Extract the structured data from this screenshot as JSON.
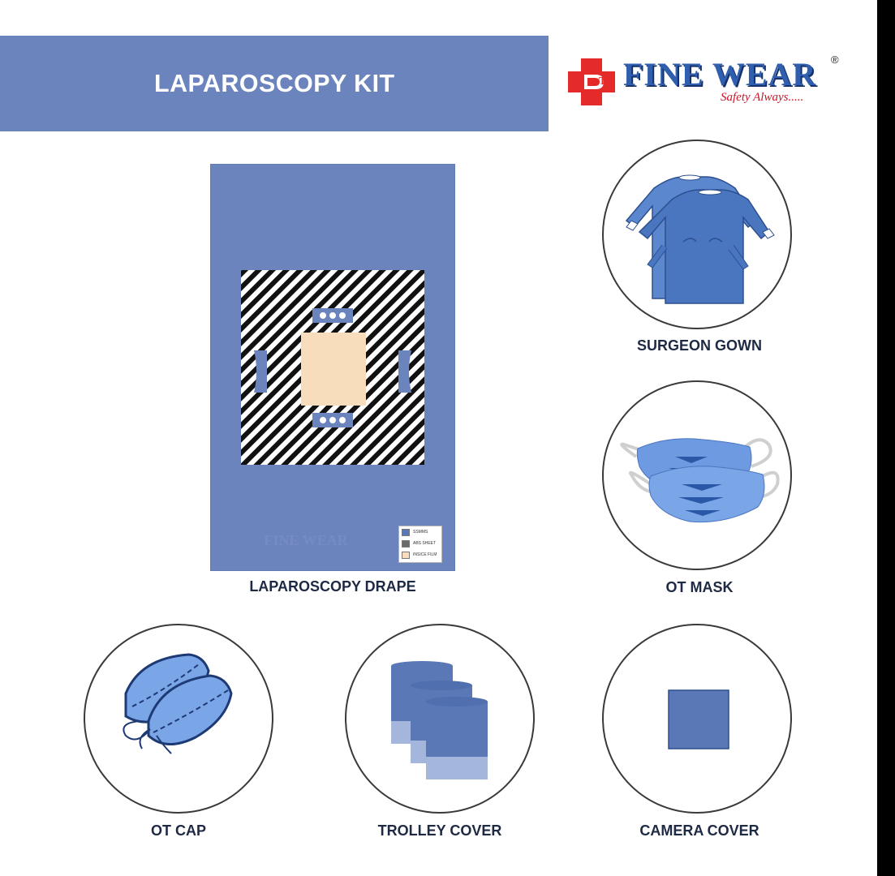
{
  "header": {
    "title": "LAPAROSCOPY KIT"
  },
  "logo": {
    "brand": "FINE WEAR",
    "registered": "®",
    "tagline": "Safety Always....."
  },
  "drape": {
    "caption": "LAPAROSCOPY DRAPE",
    "watermark": "FINE WEAR",
    "legend": [
      {
        "label": "SSMMS",
        "color": "#5a77b6"
      },
      {
        "label": "ABS SHEET",
        "color": "#6a6a6a"
      },
      {
        "label": "INSICE FILM",
        "color": "#f7ddbb"
      }
    ]
  },
  "items": {
    "surgeon_gown": {
      "caption": "SURGEON GOWN",
      "icon": "surgeon-gown-icon"
    },
    "ot_mask": {
      "caption": "OT MASK",
      "icon": "face-mask-icon"
    },
    "ot_cap": {
      "caption": "OT CAP",
      "icon": "surgical-cap-icon"
    },
    "trolley_cover": {
      "caption": "TROLLEY COVER",
      "icon": "trolley-cover-icon"
    },
    "camera_cover": {
      "caption": "CAMERA COVER",
      "icon": "camera-cover-icon"
    }
  },
  "colors": {
    "header_bg": "#6b84be",
    "drape_blue": "#6b84be",
    "dark_blue": "#4f6fae",
    "light_blue": "#7da4e0",
    "film": "#f7ddbb",
    "brand_blue": "#2f5fae",
    "brand_red": "#e52a2a"
  }
}
